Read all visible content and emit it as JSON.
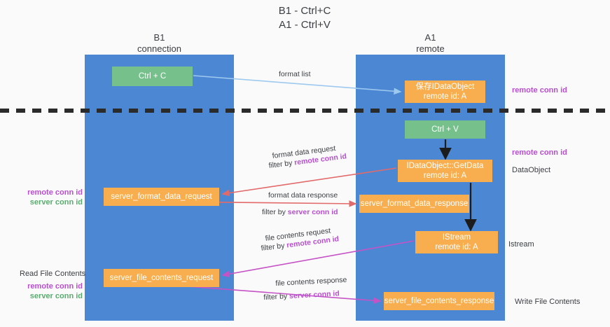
{
  "doc": {
    "title": "B1 - Ctrl+C\nA1 - Ctrl+V"
  },
  "lanes": [
    {
      "id": "b1",
      "title": "B1\nconnection"
    },
    {
      "id": "a1",
      "title": "A1\nremote"
    }
  ],
  "boxes": {
    "ctrl_c": "Ctrl + C",
    "save_idataobject": "保存IDataObject\nremote id: A",
    "ctrl_v": "Ctrl + V",
    "getdata": "IDataObject::GetData\nremote id: A",
    "server_format_data_request": "server_format_data_request",
    "server_format_data_response": "server_format_data_response",
    "istream": "IStream\nremote id: A",
    "server_file_contents_request": "server_file_contents_request",
    "server_file_contents_response": "server_file_contents_response"
  },
  "edge_labels": {
    "format_list": "format list",
    "format_data_request": "format data request",
    "format_data_request_filter_prefix": "filter by ",
    "format_data_request_filter_key": "remote conn id",
    "format_data_response": "format data response",
    "format_data_response_filter_prefix": "filter by ",
    "format_data_response_filter_key": "server conn id",
    "file_contents_request": "file contents request",
    "file_contents_request_filter_prefix": "filter by ",
    "file_contents_request_filter_key": "remote conn id",
    "file_contents_response": "file contents response",
    "file_contents_response_filter_prefix": "filter by ",
    "file_contents_response_filter_key": "server conn id"
  },
  "annotations": {
    "right_remote_conn_id_1": "remote conn id",
    "right_remote_conn_id_2": "remote conn id",
    "right_dataobject": "DataObject",
    "right_istream": "Istream",
    "right_write_file_contents": "Write File Contents",
    "left_remote_conn_id": "remote conn id",
    "left_server_conn_id": "server conn id",
    "left_read_file_contents": "Read File Contents",
    "left_remote_conn_id_2": "remote conn id",
    "left_server_conn_id_2": "server conn id"
  },
  "colors": {
    "lane": "#4c87d4",
    "green_box": "#76c18b",
    "orange_box": "#f8ae4e",
    "remote_conn_id": "#b84fd0",
    "server_conn_id": "#5aab6e",
    "arrow_blue": "#9ec9ef",
    "arrow_red": "#e36a6a",
    "arrow_magenta": "#c martinez"
  }
}
